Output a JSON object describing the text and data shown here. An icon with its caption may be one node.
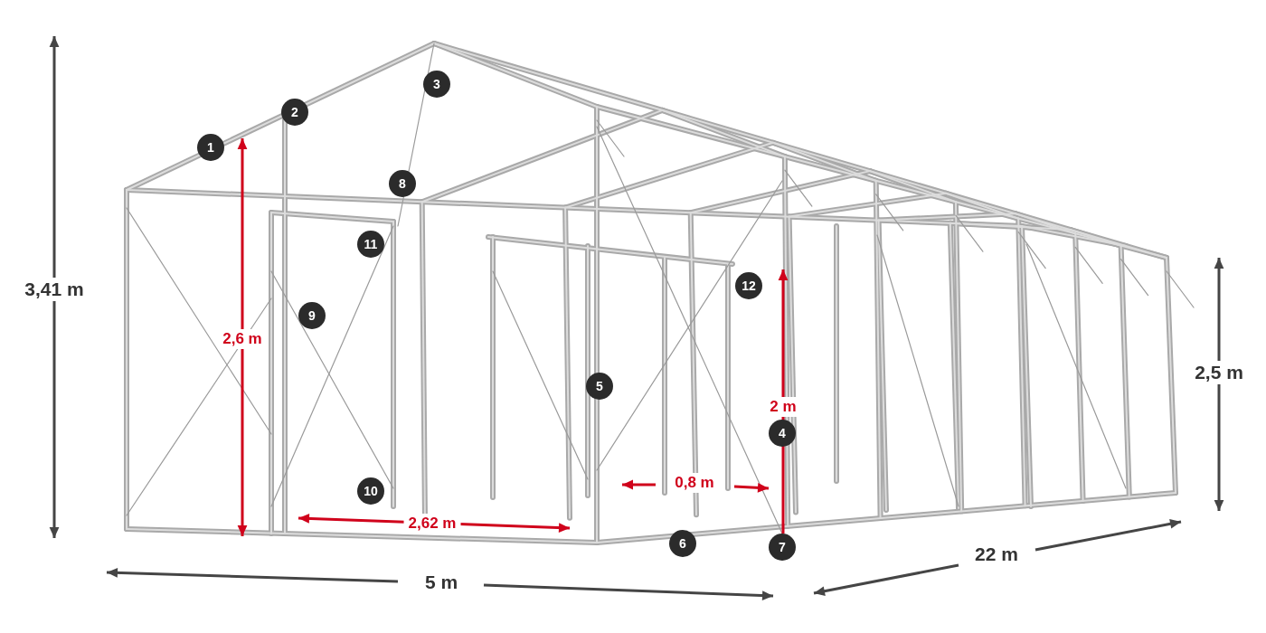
{
  "diagram": {
    "labels": [
      "3,41 m",
      "1",
      "2",
      "3",
      "8",
      "11",
      "9",
      "2,6 m",
      "12",
      "5",
      "2 m",
      "4",
      "2,5 m",
      "0,8 m",
      "10",
      "2,62 m",
      "6",
      "7",
      "22 m",
      "5 m"
    ]
  }
}
